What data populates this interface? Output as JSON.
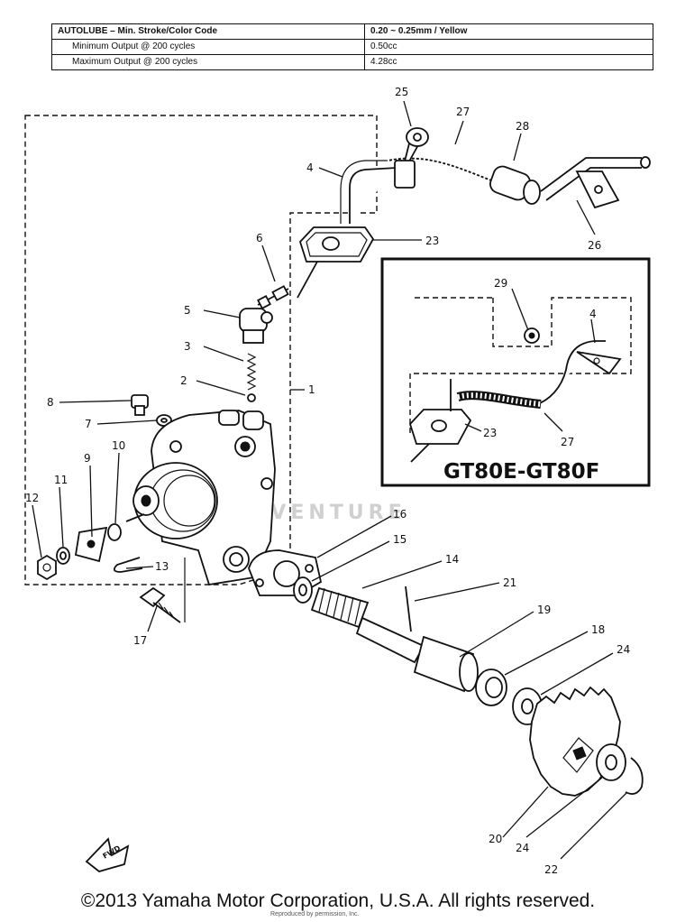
{
  "spec_table": {
    "rows": [
      {
        "label": "AUTOLUBE – Min. Stroke/Color Code",
        "value": "0.20 ~ 0.25mm / Yellow"
      },
      {
        "label": "Minimum Output @ 200 cycles",
        "value": "0.50cc"
      },
      {
        "label": "Maximum Output @ 200 cycles",
        "value": "4.28cc"
      }
    ]
  },
  "inset": {
    "title": "GT80E-GT80F"
  },
  "callouts": {
    "c1": "1",
    "c2": "2",
    "c3": "3",
    "c4": "4",
    "c5": "5",
    "c6": "6",
    "c7": "7",
    "c8": "8",
    "c9": "9",
    "c10": "10",
    "c11": "11",
    "c12": "12",
    "c13": "13",
    "c14": "14",
    "c15": "15",
    "c16": "16",
    "c17": "17",
    "c18": "18",
    "c19": "19",
    "c20": "20",
    "c21": "21",
    "c22": "22",
    "c23": "23",
    "c24a": "24",
    "c24b": "24",
    "c25": "25",
    "c26": "26",
    "c27": "27",
    "c28": "28",
    "i29": "29",
    "i4": "4",
    "i23": "23",
    "i27": "27"
  },
  "fwd_label": "FWD",
  "watermark": "ADVENTURE",
  "footer_note": "Reproduced by permission, Inc.",
  "copyright": "©2013 Yamaha Motor Corporation, U.S.A. All rights reserved."
}
